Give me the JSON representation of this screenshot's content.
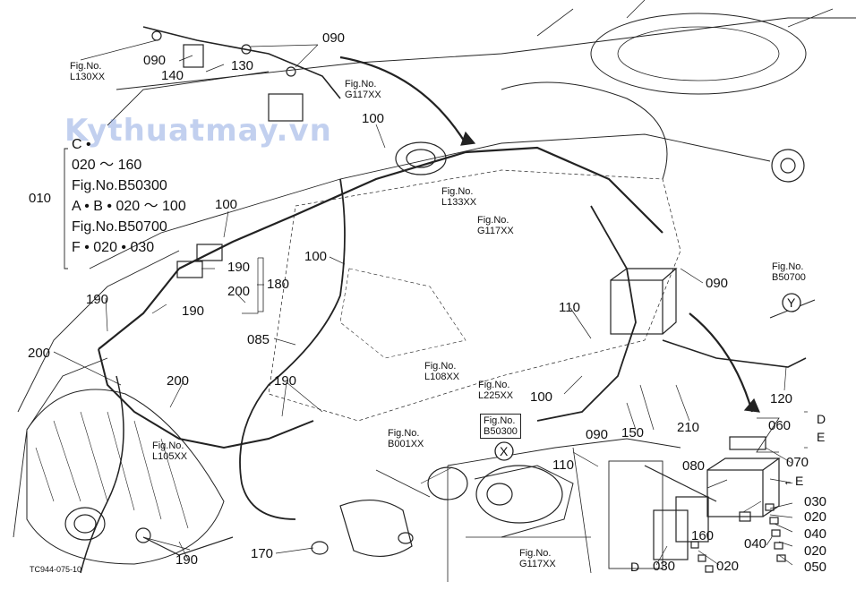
{
  "diagram": {
    "watermark": "Kythuatmay.vn",
    "drawing_code": "TC944-075-10",
    "part_numbers": {
      "p010": "010",
      "p020": "020",
      "p020b": "020",
      "p020c": "020",
      "p030": "030",
      "p030b": "030",
      "p040": "040",
      "p040b": "040",
      "p050": "050",
      "p060": "060",
      "p070": "070",
      "p080": "080",
      "p085": "085",
      "p090a": "090",
      "p090b": "090",
      "p090c": "090",
      "p090d": "090",
      "p100a": "100",
      "p100b": "100",
      "p100c": "100",
      "p100d": "100",
      "p110a": "110",
      "p110b": "110",
      "p120": "120",
      "p130": "130",
      "p140": "140",
      "p150": "150",
      "p160": "160",
      "p170": "170",
      "p180": "180",
      "p190a": "190",
      "p190b": "190",
      "p190c": "190",
      "p190d": "190",
      "p190e": "190",
      "p200a": "200",
      "p200b": "200",
      "p200c": "200",
      "p210": "210"
    },
    "fig_prefix": "Fig.No.",
    "fig_refs": {
      "l130": "L130XX",
      "g117a": "G117XX",
      "l133": "L133XX",
      "g117b": "G117XX",
      "b50700": "B50700",
      "l108": "L108XX",
      "l225": "L225XX",
      "b50300": "B50300",
      "b001": "B001XX",
      "l105": "L105XX",
      "g117c": "G117XX"
    },
    "panel_010": {
      "line1": "C •",
      "line2": "020 ～ 160",
      "line3": "Fig.No.B50300",
      "line4": "A • B • 020 ～ 100",
      "line5": "Fig.No.B50700",
      "line6": "F • 020 • 030"
    },
    "letters": {
      "c": "C",
      "y": "Y",
      "x": "X",
      "e": "E",
      "d": "D",
      "d_top": "D",
      "e_bottom": "E"
    }
  }
}
